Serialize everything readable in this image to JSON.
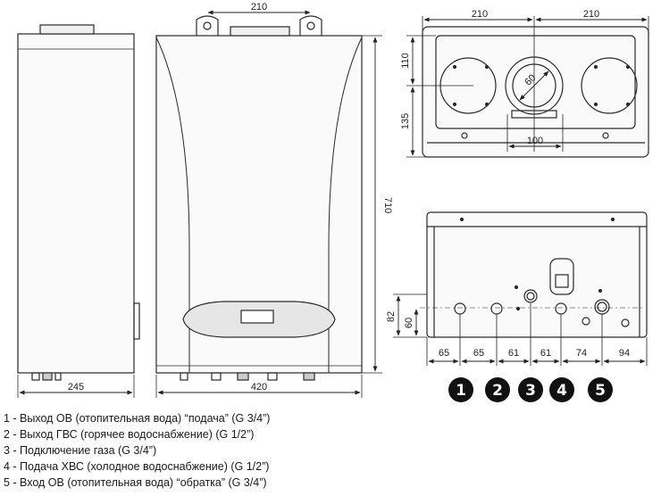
{
  "dimensions": {
    "side_depth": "245",
    "front_width": "420",
    "front_height": "710",
    "front_top_spacing": "210",
    "top_left": "210",
    "top_right": "210",
    "top_vertical_1": "110",
    "top_vertical_2": "135",
    "flue_diameter": "60",
    "flue_outer": "100",
    "bottom_vertical_1": "82",
    "bottom_vertical_2": "60",
    "bottom_spacings": [
      "65",
      "65",
      "61",
      "61",
      "74",
      "94"
    ]
  },
  "connections": [
    "1",
    "2",
    "3",
    "4",
    "5"
  ],
  "legend": [
    "1 - Выход ОВ (отопительная вода) “подача” (G 3/4”)",
    "2 - Выход ГВС (горячее водоснабжение) (G 1/2”)",
    "3 - Подключение газа (G 3/4”)",
    "4 - Подача ХВС (холодное водоснабжение) (G 1/2”)",
    "5 - Вход ОВ (отопительная вода) “обратка” (G 3/4”)"
  ],
  "colors": {
    "line": "#2a2a2a",
    "badge": "#111111"
  }
}
